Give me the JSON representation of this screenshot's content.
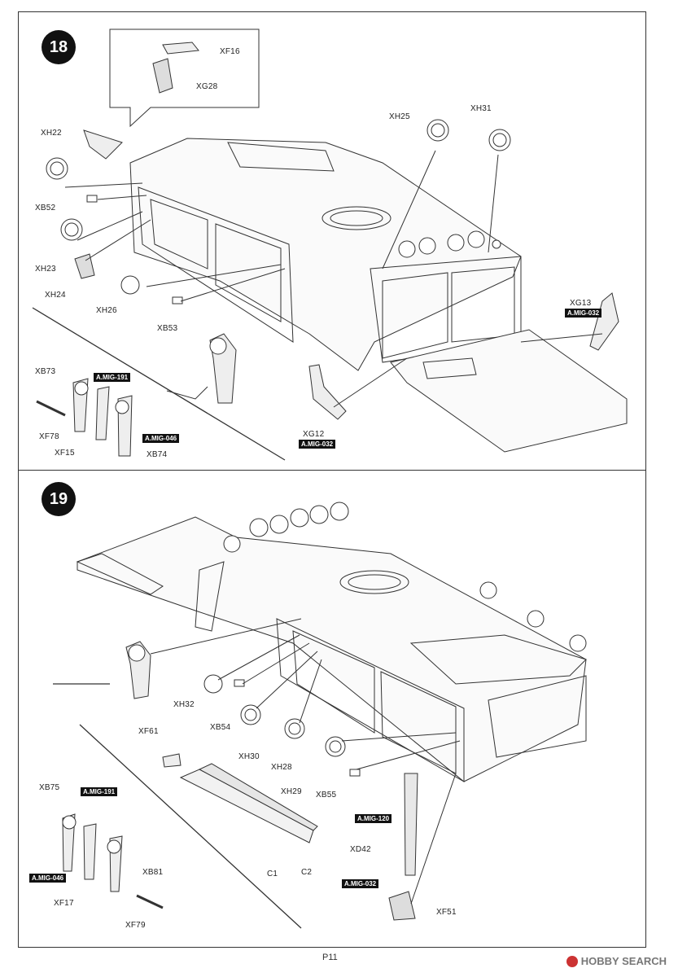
{
  "steps": {
    "s18": {
      "number": "18",
      "parts": {
        "XF16": "XF16",
        "XG28": "XG28",
        "XH22": "XH22",
        "XB52": "XB52",
        "XH23": "XH23",
        "XH24": "XH24",
        "XH26": "XH26",
        "XB53": "XB53",
        "XH25": "XH25",
        "XH31": "XH31",
        "XG13": "XG13",
        "XG12": "XG12",
        "XB73": "XB73",
        "XF78": "XF78",
        "XF15": "XF15",
        "XB74": "XB74"
      },
      "paints": {
        "xg13": "A.MIG-032",
        "xg12": "A.MIG-032",
        "mig191": "A.MIG-191",
        "mig046": "A.MIG-046"
      }
    },
    "s19": {
      "number": "19",
      "parts": {
        "XH32": "XH32",
        "XB54": "XB54",
        "XH30": "XH30",
        "XH28": "XH28",
        "XH29": "XH29",
        "XB55": "XB55",
        "XF61": "XF61",
        "C1": "C1",
        "C2": "C2",
        "XD42": "XD42",
        "XF51": "XF51",
        "XB75": "XB75",
        "XB81": "XB81",
        "XF17": "XF17",
        "XF79": "XF79"
      },
      "paints": {
        "mig191": "A.MIG-191",
        "mig046": "A.MIG-046",
        "mig120": "A.MIG-120",
        "mig032": "A.MIG-032"
      }
    }
  },
  "footer": {
    "page": "P11",
    "watermark": "HOBBY SEARCH"
  }
}
